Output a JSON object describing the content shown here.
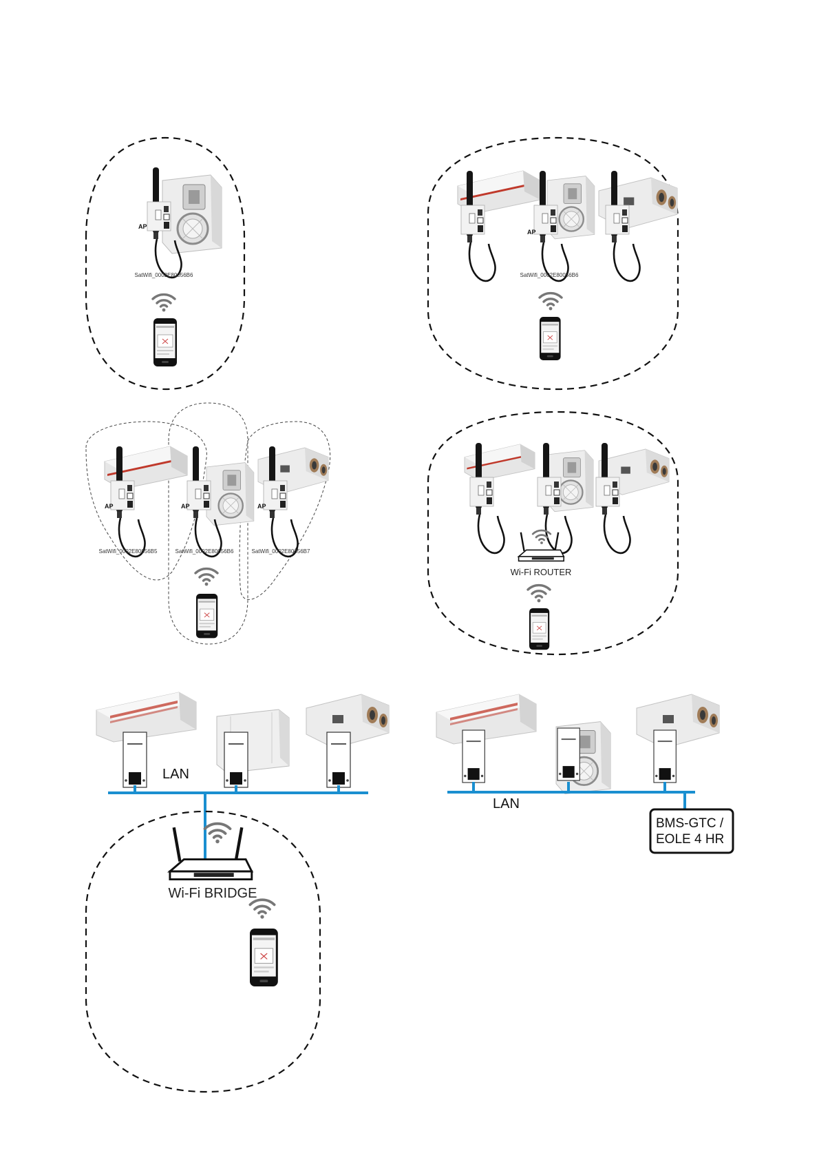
{
  "diagrams": {
    "d1": {
      "ssid": "SatWifi_0002E80056B6",
      "ap_label": "AP"
    },
    "d2": {
      "ssid": "SatWifi_0002E80056B6",
      "ap_label": "AP"
    },
    "d3": {
      "ap_label": "AP",
      "ssids": [
        "SatWifi_0002E80056B5",
        "SatWifi_0002E80056B6",
        "SatWifi_0002E80056B7"
      ]
    },
    "d4": {
      "router_label": "Wi-Fi ROUTER"
    },
    "d5": {
      "lan_label": "LAN",
      "bridge_label": "Wi-Fi BRIDGE"
    },
    "d6": {
      "lan_label": "LAN",
      "bms_line1": "BMS-GTC /",
      "bms_line2": "EOLE 4 HR"
    }
  },
  "colors": {
    "lan": "#1a8fd0",
    "device": "#e9e9e9",
    "accent_stripe": "#c0392b",
    "antenna": "#1b1b1b"
  },
  "icons": [
    "antenna-icon",
    "wifi-waves-icon",
    "smartphone-icon",
    "router-icon",
    "ventilation-unit-icon",
    "network-module-icon"
  ]
}
